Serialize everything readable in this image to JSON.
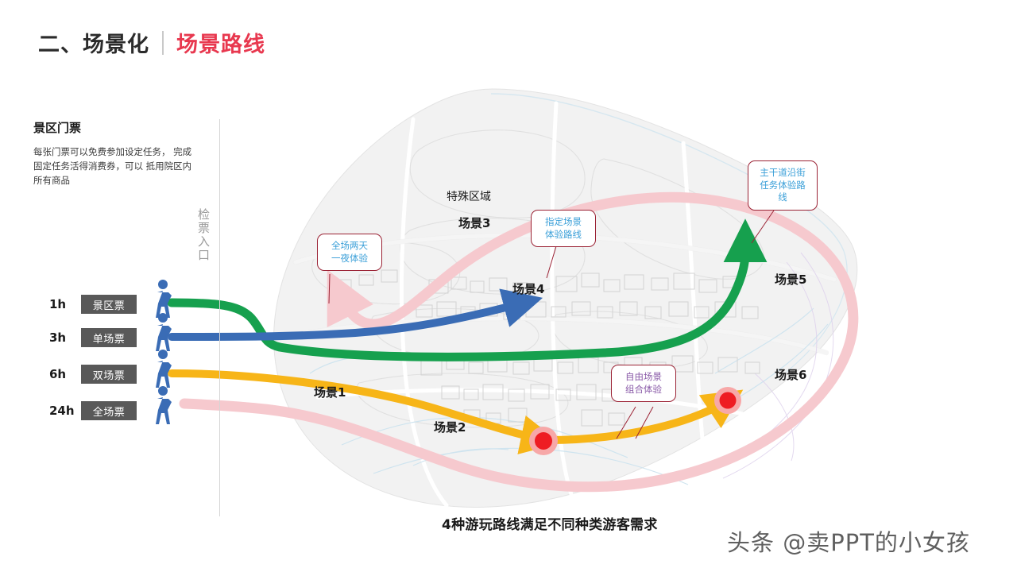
{
  "header": {
    "main_title": "二、场景化",
    "accent_title": "场景路线",
    "accent_color": "#e8384f"
  },
  "ticket_panel": {
    "title": "景区门票",
    "description": "每张门票可以免费参加设定任务，\n完成固定任务活得消费券，可以\n抵用院区内所有商品",
    "entrance_label": "检票入口"
  },
  "tickets": [
    {
      "hours": "1h",
      "label": "景区票",
      "route_color": "#16a04e"
    },
    {
      "hours": "3h",
      "label": "单场票",
      "route_color": "#3a6cb5"
    },
    {
      "hours": "6h",
      "label": "双场票",
      "route_color": "#f7b518"
    },
    {
      "hours": "24h",
      "label": "全场票",
      "route_color": "#f6c9ce"
    }
  ],
  "map_labels": [
    {
      "text": "特殊区域",
      "weight": "plain"
    },
    {
      "text": "场景3",
      "weight": "bold"
    },
    {
      "text": "场景4",
      "weight": "bold"
    },
    {
      "text": "场景5",
      "weight": "bold"
    },
    {
      "text": "场景6",
      "weight": "bold"
    },
    {
      "text": "场景1",
      "weight": "bold"
    },
    {
      "text": "场景2",
      "weight": "bold"
    }
  ],
  "callouts": [
    {
      "id": "pink-route",
      "text": "全场两天\n一夜体验",
      "color": "blue"
    },
    {
      "id": "blue-route",
      "text": "指定场景\n体验路线",
      "color": "blue"
    },
    {
      "id": "green-route",
      "text": "主干道沿街\n任务体验路\n线",
      "color": "blue"
    },
    {
      "id": "yellow-route",
      "text": "自由场景\n组合体验",
      "color": "purple"
    }
  ],
  "caption": "4种游玩路线满足不同种类游客需求",
  "watermark": "头条 @卖PPT的小女孩",
  "palette": {
    "green": "#16a04e",
    "blue": "#3a6cb5",
    "yellow": "#f7b518",
    "pink": "#f6c9ce",
    "marker_red": "#ee1d23",
    "marker_halo": "#f7a8a8",
    "chip_bg": "#595959",
    "pedestrian": "#3a6cb5"
  }
}
